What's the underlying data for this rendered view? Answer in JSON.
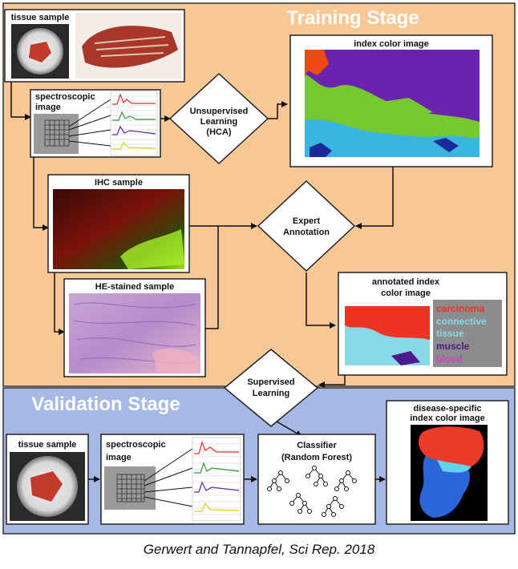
{
  "training": {
    "title": "Training Stage",
    "tissue_sample": "tissue sample",
    "spectroscopic_line1": "spectroscopic",
    "spectroscopic_line2": "image",
    "index_color_image": "index color image",
    "unsup_line1": "Unsupervised",
    "unsup_line2": "Learning",
    "unsup_line3": "(HCA)",
    "ihc_sample": "IHC sample",
    "expert_line1": "Expert",
    "expert_line2": "Annotation",
    "he_sample": "HE-stained sample",
    "annotated_line1": "annotated index",
    "annotated_line2": "color image",
    "legend": [
      {
        "label": "carcinoma",
        "color": "#ee3322"
      },
      {
        "label": "connective",
        "color": "#88d8e8"
      },
      {
        "label": "tissue",
        "color": "#88d8e8"
      },
      {
        "label": "muscle",
        "color": "#4b1a8c"
      },
      {
        "label": "blood",
        "color": "#d040c8"
      }
    ],
    "sup_line1": "Supervised",
    "sup_line2": "Learning"
  },
  "validation": {
    "title": "Validation Stage",
    "tissue_sample": "tissue sample",
    "spectroscopic_line1": "spectroscopic",
    "spectroscopic_line2": "image",
    "classifier_line1": "Classifier",
    "classifier_line2": "(Random Forest)",
    "disease_line1": "disease-specific",
    "disease_line2": "index color image"
  },
  "citation": "Gerwert and Tannapfel,  Sci Rep. 2018",
  "colors": {
    "training_bg": "#f7c896",
    "validation_bg": "#a8b8e4",
    "carcinoma": "#ee3322",
    "connective": "#88d8e8",
    "muscle": "#4b1a8c",
    "blood": "#d040c8"
  }
}
